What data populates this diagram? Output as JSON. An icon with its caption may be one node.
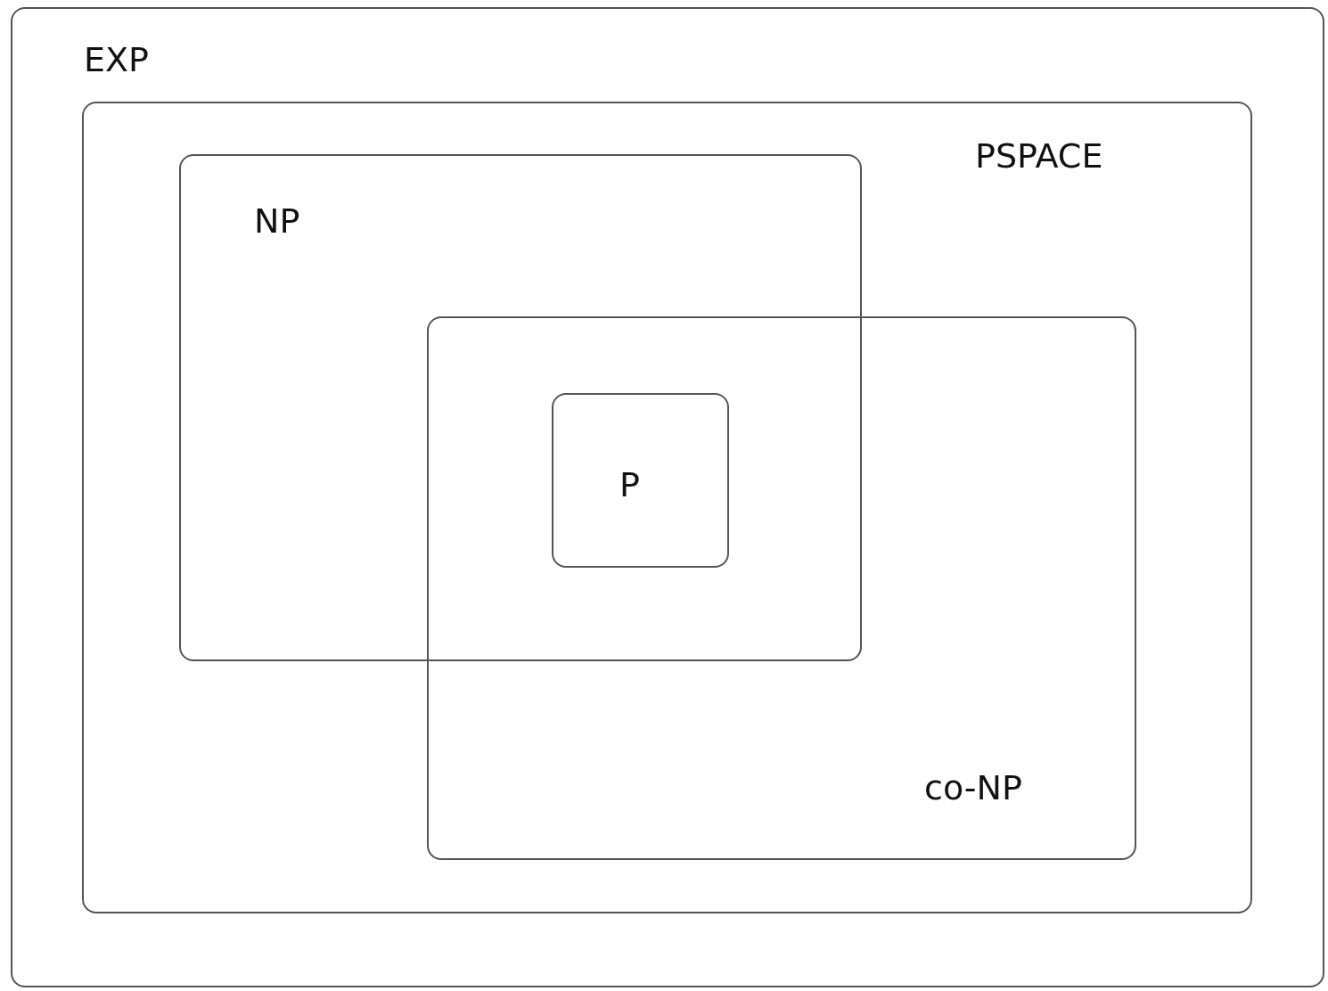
{
  "diagram": {
    "nodes": [
      {
        "text": [
          "EXP"
        ]
      },
      {
        "text": [
          "PSPACE"
        ],
        "in": 0
      },
      {
        "text": [
          "NP"
        ],
        "in": 1
      },
      {
        "text": [
          "co-NP"
        ],
        "in": 1
      },
      {
        "text": [
          "P"
        ]
      }
    ]
  }
}
